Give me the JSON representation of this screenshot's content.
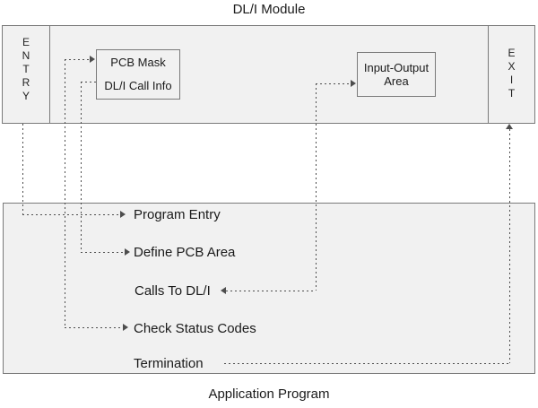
{
  "title": "DL/I Module",
  "footer": "Application Program",
  "dl_module": {
    "entry_label": "E\nN\nT\nR\nY",
    "exit_label": "E\nX\nI\nT",
    "pcb_box": {
      "line1": "PCB Mask",
      "line2": "DL/I Call Info"
    },
    "io_box": {
      "line1": "Input-Output",
      "line2": "Area"
    }
  },
  "application_program": {
    "steps": [
      {
        "label": "Program Entry"
      },
      {
        "label": "Define PCB Area"
      },
      {
        "label": "Calls To DL/I"
      },
      {
        "label": "Check Status Codes"
      },
      {
        "label": "Termination"
      }
    ]
  },
  "edges": [
    {
      "from": "ENTRY",
      "to": "Program Entry",
      "style": "dashed",
      "arrowhead_at": "Program Entry"
    },
    {
      "from": "Check Status Codes",
      "to": "PCB Mask",
      "style": "dashed",
      "arrowhead_at": "both"
    },
    {
      "from": "Define PCB Area",
      "to": "DL/I Call Info",
      "style": "dashed",
      "arrowhead_at": "Define PCB Area"
    },
    {
      "from": "Calls To DL/I",
      "to": "Input-Output Area",
      "style": "dashed",
      "arrowhead_at": "both"
    },
    {
      "from": "Termination",
      "to": "EXIT",
      "style": "dashed",
      "arrowhead_at": "EXIT"
    }
  ],
  "colors": {
    "box_fill": "#f1f1f1",
    "box_border": "#7a7a7a",
    "connector": "#4d4d4d",
    "text": "#1a1a1a",
    "background": "#ffffff"
  }
}
